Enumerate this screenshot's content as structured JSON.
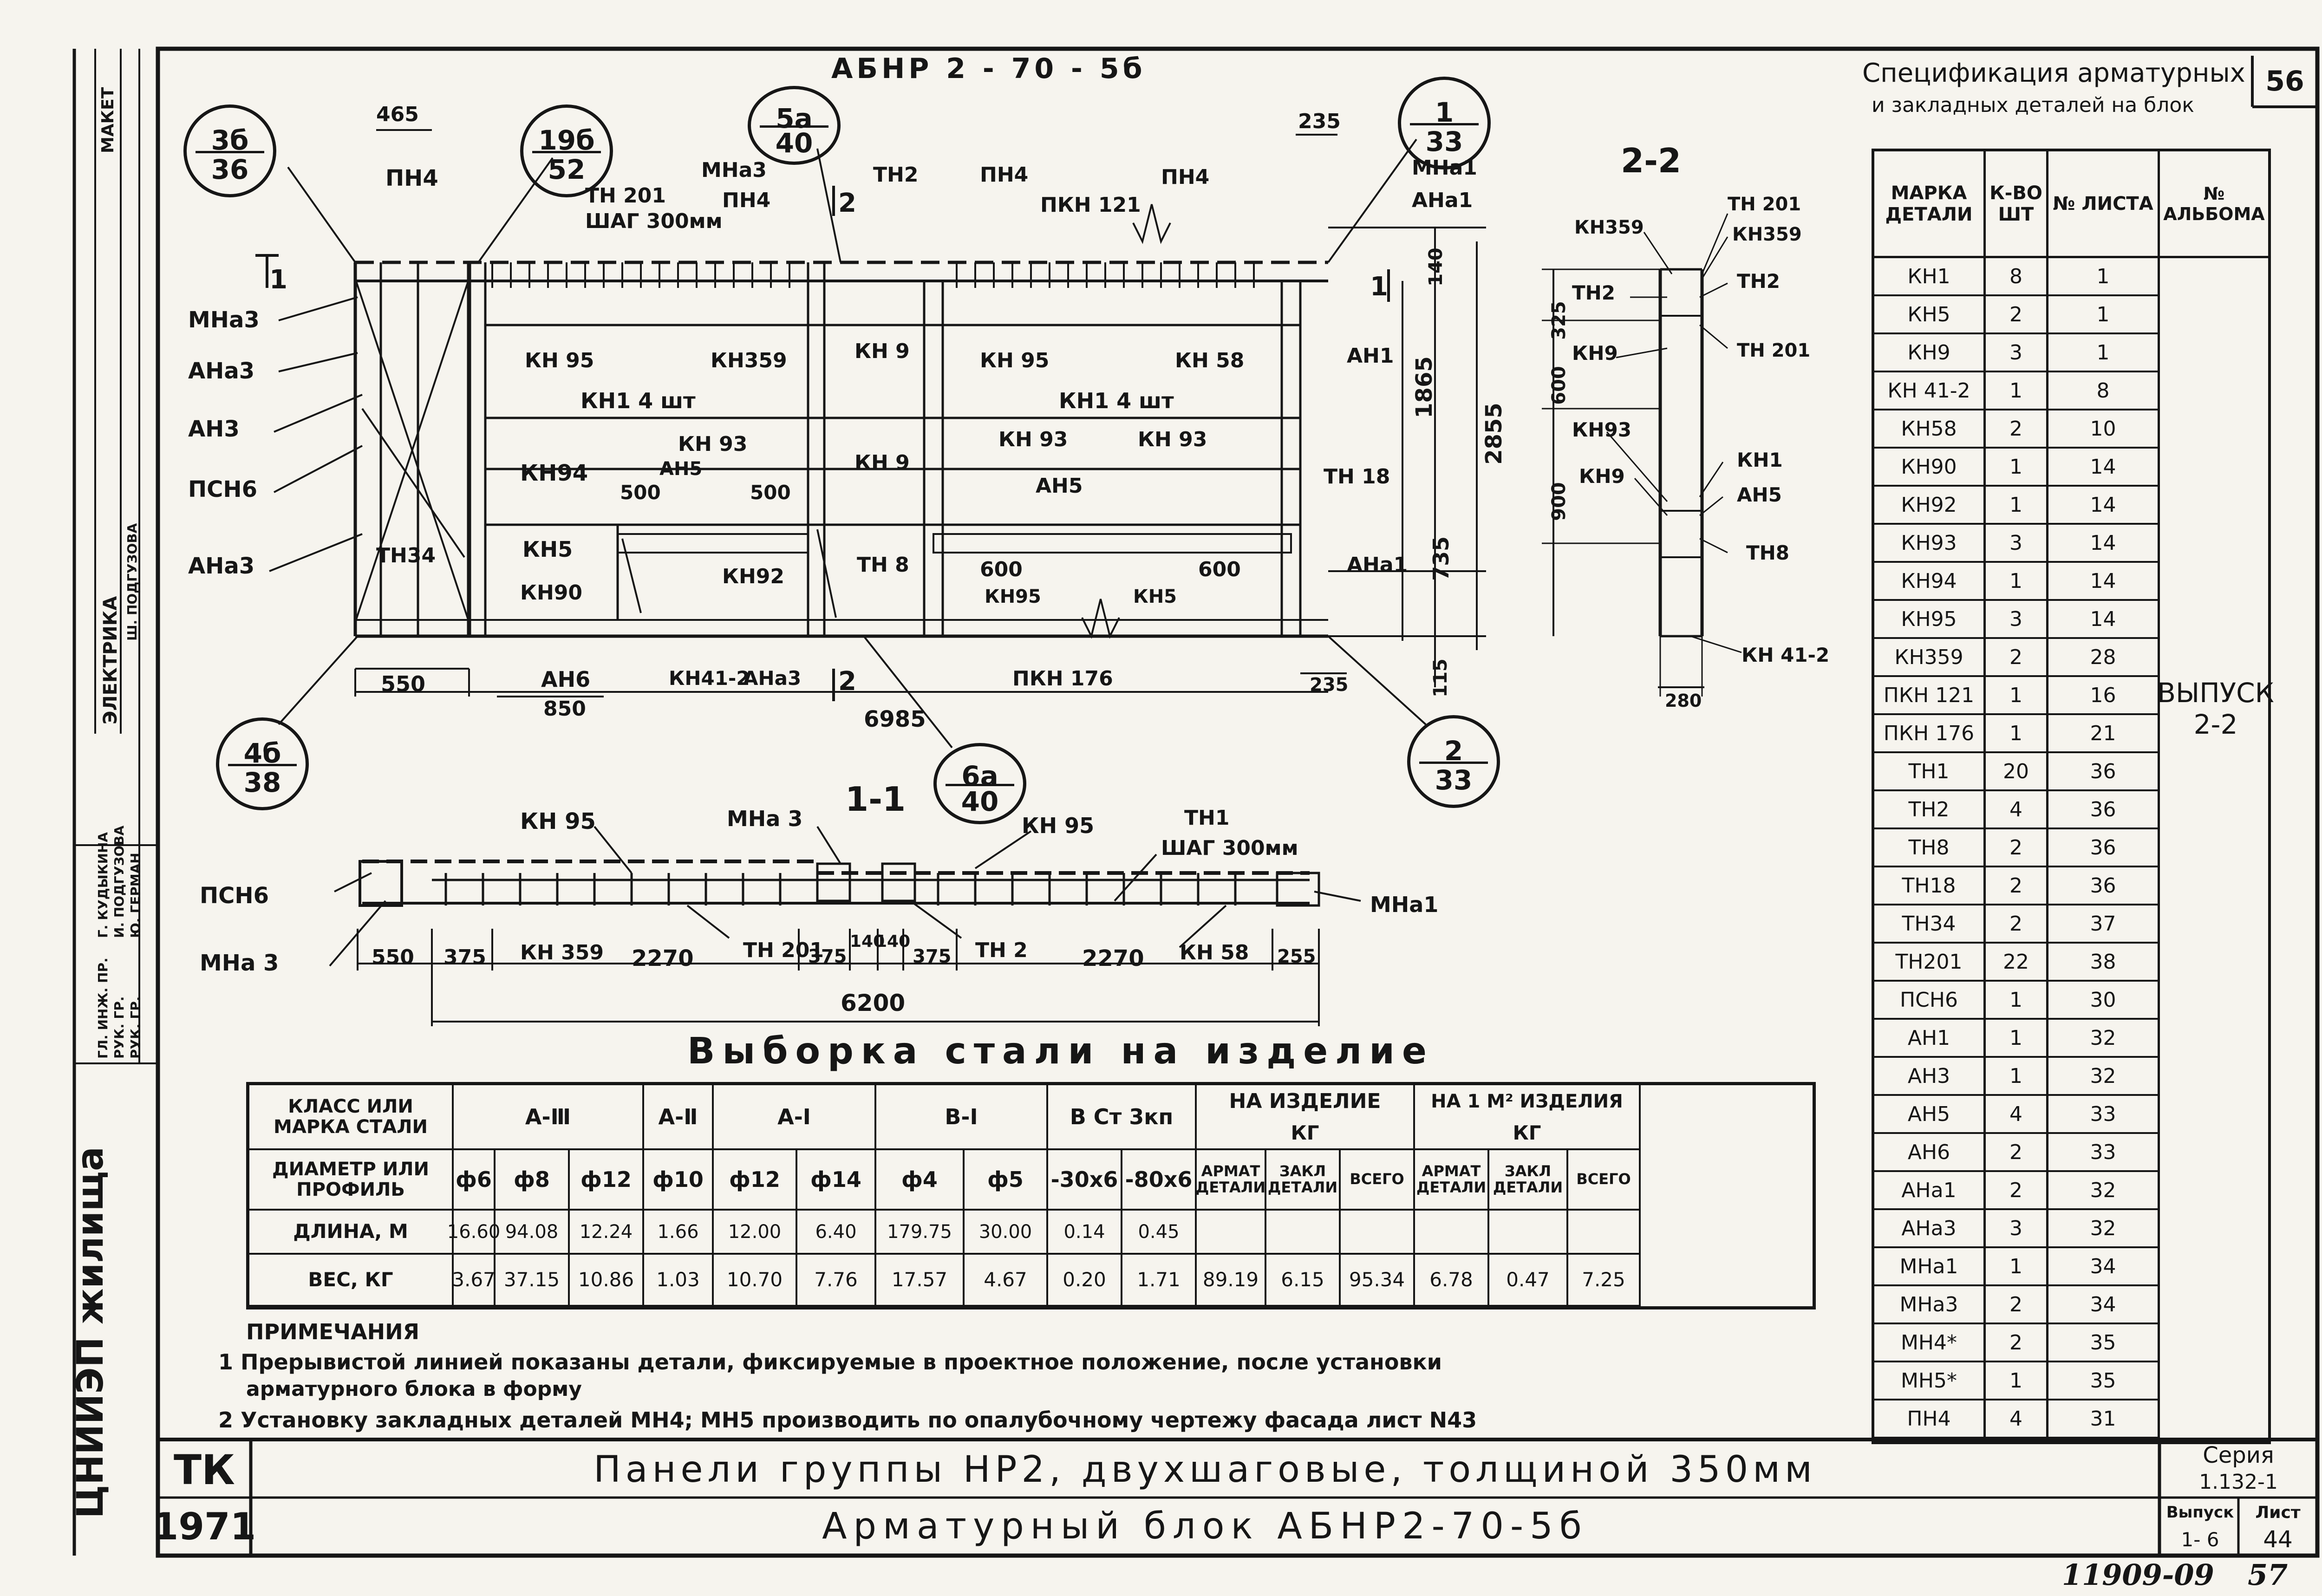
{
  "sheet_no": "56",
  "block_code": "АБНР 2 - 70 - 5б",
  "title_line1": "Панели группы НР2, двухшаговые, толщиной 350мм",
  "title_line2": "Арматурный блок АБНР2-70-5б",
  "tk": "ТК",
  "year": "1971",
  "series_label": "Серия",
  "series_value": "1.132-1",
  "issue_label": "Выпуск",
  "issue_value": "1- 6",
  "sheet_label": "Лист",
  "sheet_value": "44",
  "archive_no": "11909-09",
  "page_no": "57",
  "org_name": "ЦНИИЭП жилища",
  "side_roles": [
    "ГЛ. ИНЖ. ПР.",
    "РУК. ГР.",
    "РУК. ГР."
  ],
  "side_names": [
    "Г. КУДЫКИНА",
    "И. ПОДГУЗОВА",
    "Ю. ГЕРМАН"
  ],
  "side_extra": [
    "ЭЛЕКТРИКА",
    "Ш. ПОДГУЗОВА",
    "МАКЕТ"
  ],
  "spec": {
    "title1": "Спецификация арматурных",
    "title2": "и закладных деталей на блок",
    "headers": [
      "МАРКА ДЕТАЛИ",
      "К-ВО ШТ",
      "№ ЛИСТА",
      "№ АЛЬБОМА"
    ],
    "album": "ВЫПУСК 2-2",
    "rows": [
      [
        "КН1",
        "8",
        "1"
      ],
      [
        "КН5",
        "2",
        "1"
      ],
      [
        "КН9",
        "3",
        "1"
      ],
      [
        "КН 41-2",
        "1",
        "8"
      ],
      [
        "КН58",
        "2",
        "10"
      ],
      [
        "КН90",
        "1",
        "14"
      ],
      [
        "КН92",
        "1",
        "14"
      ],
      [
        "КН93",
        "3",
        "14"
      ],
      [
        "КН94",
        "1",
        "14"
      ],
      [
        "КН95",
        "3",
        "14"
      ],
      [
        "КН359",
        "2",
        "28"
      ],
      [
        "ПКН 121",
        "1",
        "16"
      ],
      [
        "ПКН 176",
        "1",
        "21"
      ],
      [
        "ТН1",
        "20",
        "36"
      ],
      [
        "ТН2",
        "4",
        "36"
      ],
      [
        "ТН8",
        "2",
        "36"
      ],
      [
        "ТН18",
        "2",
        "36"
      ],
      [
        "ТН34",
        "2",
        "37"
      ],
      [
        "ТН201",
        "22",
        "38"
      ],
      [
        "ПСН6",
        "1",
        "30"
      ],
      [
        "АН1",
        "1",
        "32"
      ],
      [
        "АН3",
        "1",
        "32"
      ],
      [
        "АН5",
        "4",
        "33"
      ],
      [
        "АН6",
        "2",
        "33"
      ],
      [
        "АНа1",
        "2",
        "32"
      ],
      [
        "АНа3",
        "3",
        "32"
      ],
      [
        "МНа1",
        "1",
        "34"
      ],
      [
        "МНа3",
        "2",
        "34"
      ],
      [
        "МН4*",
        "2",
        "35"
      ],
      [
        "МН5*",
        "1",
        "35"
      ],
      [
        "ПН4",
        "4",
        "31"
      ]
    ]
  },
  "steel": {
    "title": "Выборка стали на изделие",
    "h1": "КЛАСС ИЛИ МАРКА СТАЛИ",
    "h2": "ДИАМЕТР ИЛИ ПРОФИЛЬ",
    "classes": [
      "А-Ⅲ",
      "А-Ⅱ",
      "А-Ⅰ",
      "В-Ⅰ",
      "В Ст 3кп"
    ],
    "na_izdelie": "НА ИЗДЕЛИЕ",
    "na_m2": "НА 1 М² ИЗДЕЛИЯ",
    "kg": "КГ",
    "diameters": [
      "ф6",
      "ф8",
      "ф12",
      "ф10",
      "ф12",
      "ф14",
      "ф4",
      "ф5",
      "-30x6",
      "-80x6"
    ],
    "weight_heads": [
      "АРМАТ ДЕТАЛИ",
      "ЗАКЛ ДЕТАЛИ",
      "ВСЕГО",
      "АРМАТ ДЕТАЛИ",
      "ЗАКЛ ДЕТАЛИ",
      "ВСЕГО"
    ],
    "length_label": "ДЛИНА, М",
    "length": [
      "16.60",
      "94.08",
      "12.24",
      "1.66",
      "12.00",
      "6.40",
      "179.75",
      "30.00",
      "0.14",
      "0.45"
    ],
    "mass_label": "ВЕС, КГ",
    "mass": [
      "3.67",
      "37.15",
      "10.86",
      "1.03",
      "10.70",
      "7.76",
      "17.57",
      "4.67",
      "0.20",
      "1.71",
      "89.19",
      "6.15",
      "95.34",
      "6.78",
      "0.47",
      "7.25"
    ]
  },
  "notes": {
    "title": "ПРИМЕЧАНИЯ",
    "lines": [
      "1 Прерывистой линией показаны детали, фиксируемые в проектное положение, после установки",
      "арматурного блока в форму",
      "2 Установку закладных деталей МН4; МН5 производить по опалубочному чертежу фасада лист N43"
    ]
  },
  "circles": [
    {
      "top": "3б",
      "bot": "36"
    },
    {
      "top": "19б",
      "bot": "52"
    },
    {
      "top": "5а",
      "bot": "40"
    },
    {
      "top": "1",
      "bot": "33"
    },
    {
      "top": "4б",
      "bot": "38"
    },
    {
      "top": "6а",
      "bot": "40"
    },
    {
      "top": "2",
      "bot": "33"
    }
  ],
  "section_labels": {
    "s22": "2-2",
    "s11": "1-1",
    "cut1": "1",
    "cut2": "2"
  },
  "elev_labels": {
    "pn4a": "ПН4",
    "pn4b": "ПН4",
    "pn4c": "ПН4",
    "pn4d": "ПН4",
    "mna3": "МНа3",
    "tn2": "ТН2",
    "pkn121": "ПКН 121",
    "mna1": "МНа1",
    "ana1": "АНа1",
    "tn201": "ТН 201",
    "step": "ШАГ 300мм",
    "mna3l": "МНа3",
    "ana3l": "АНа3",
    "an3l": "АН3",
    "psn6l": "ПСН6",
    "ana3l2": "АНа3",
    "kn95a": "КН 95",
    "kn359a": "КН359",
    "kn9a": "КН 9",
    "kn95b": "КН 95",
    "kn58": "КН 58",
    "an1": "АН1",
    "kn1a": "КН1  4 шт",
    "kn1b": "КН1  4 шт",
    "kn93a": "КН 93",
    "kn93b": "КН 93",
    "kn93c": "КН 93",
    "kn94": "КН94",
    "kn9b": "КН 9",
    "an5a": "АН5",
    "an5b": "АН5",
    "tn18": "ТН 18",
    "kn5a": "КН5",
    "kn90": "КН90",
    "kn92": "КН92",
    "tn8": "ТН 8",
    "kn95c": "КН95",
    "kn5b": "КН5",
    "ana1b": "АНа1",
    "tn34": "ТН34",
    "an6": "АН6",
    "kn412": "КН41-2",
    "ana3b": "АНа3",
    "pkn176": "ПКН 176"
  },
  "dims": {
    "d465": "465",
    "d235a": "235",
    "d140": "140",
    "d1865": "1865",
    "d2855": "2855",
    "d735": "735",
    "d115": "115",
    "d235b": "235",
    "d550": "550",
    "d850": "850",
    "d6985": "6985",
    "d500a": "500",
    "d500b": "500",
    "d600a": "600",
    "d600b": "600"
  },
  "s22": {
    "kn359a": "КН359",
    "kn359b": "КН359",
    "tn201a": "ТН 201",
    "tn201b": "ТН 201",
    "tn2a": "ТН2",
    "tn2b": "ТН2",
    "kn9a": "КН9",
    "kn93": "КН93",
    "kn9b": "КН9",
    "kn1": "КН1",
    "an5": "АН5",
    "tn8": "ТН8",
    "kn412": "КН 41-2",
    "d325": "325",
    "d600": "600",
    "d900": "900",
    "d280": "280"
  },
  "s11": {
    "kn95a": "КН 95",
    "mna3": "МНа 3",
    "kn95b": "КН 95",
    "tn1": "ТН1",
    "step": "ШАГ 300мм",
    "psn6": "ПСН6",
    "mna3l": "МНа 3",
    "mna1": "МНа1",
    "kn359": "КН 359",
    "tn201": "ТН 201",
    "tn2": "ТН 2",
    "kn58": "КН 58",
    "dims": [
      "550",
      "375",
      "2270",
      "375",
      "140",
      "140",
      "375",
      "2270",
      "255"
    ],
    "total": "6200"
  }
}
